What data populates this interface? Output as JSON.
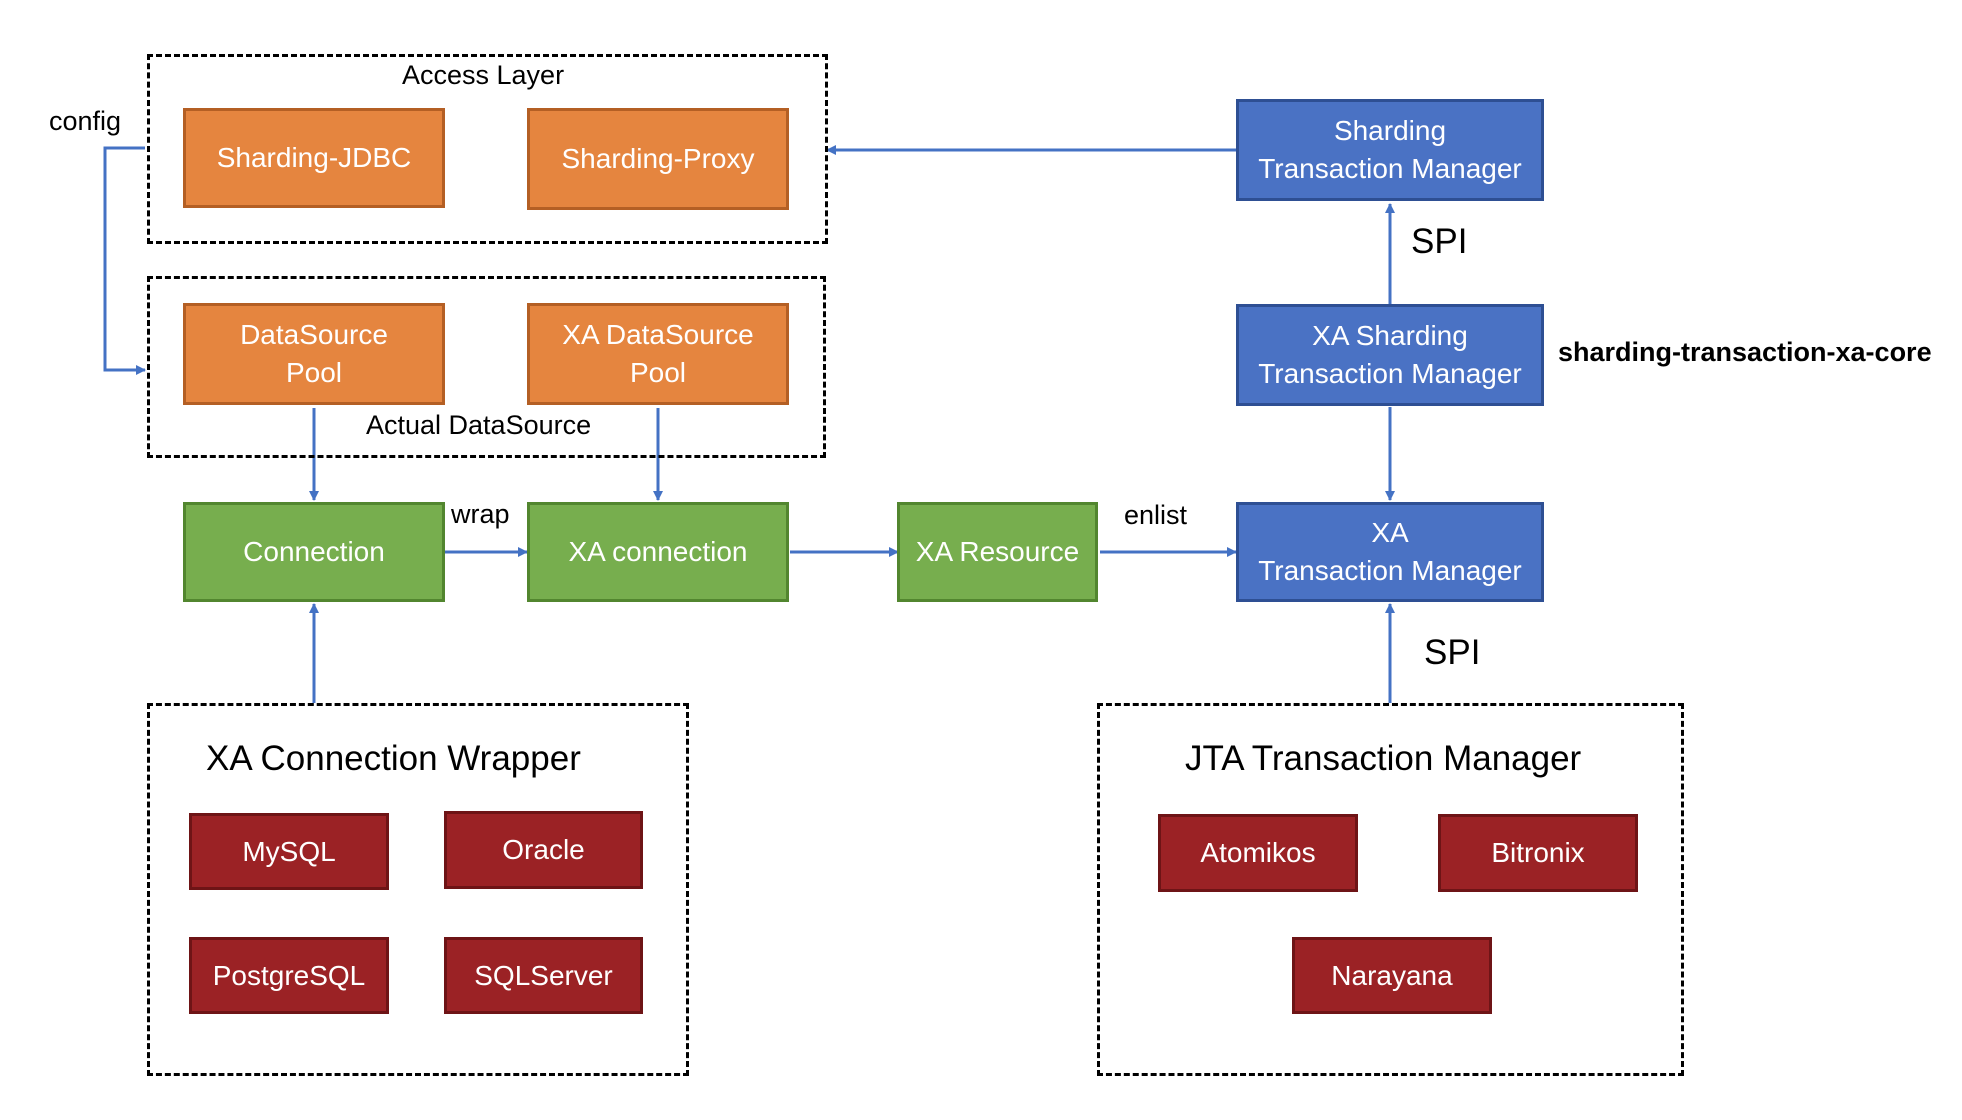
{
  "access_layer": {
    "title": "Access Layer",
    "jdbc": "Sharding-JDBC",
    "proxy": "Sharding-Proxy"
  },
  "actual_datasource": {
    "title": "Actual DataSource",
    "pool": "DataSource\nPool",
    "xa_pool": "XA DataSource\nPool"
  },
  "flow": {
    "connection": "Connection",
    "xa_connection": "XA connection",
    "xa_resource": "XA Resource",
    "wrap_label": "wrap",
    "enlist_label": "enlist",
    "config_label": "config"
  },
  "managers": {
    "sharding_tm": "Sharding\nTransaction Manager",
    "xa_sharding_tm": "XA Sharding\nTransaction Manager",
    "xa_tm": "XA\nTransaction Manager",
    "spi_top": "SPI",
    "spi_bottom": "SPI",
    "core_label": "sharding-transaction-xa-core"
  },
  "wrapper": {
    "title": "XA Connection Wrapper",
    "items": [
      "MySQL",
      "Oracle",
      "PostgreSQL",
      "SQLServer"
    ]
  },
  "jta": {
    "title": "JTA Transaction Manager",
    "items": [
      "Atomikos",
      "Bitronix",
      "Narayana"
    ]
  },
  "colors": {
    "orange": "#E5853F",
    "green": "#77AE4E",
    "blue": "#4A72C4",
    "red": "#9B2225",
    "arrow": "#4472C4"
  }
}
